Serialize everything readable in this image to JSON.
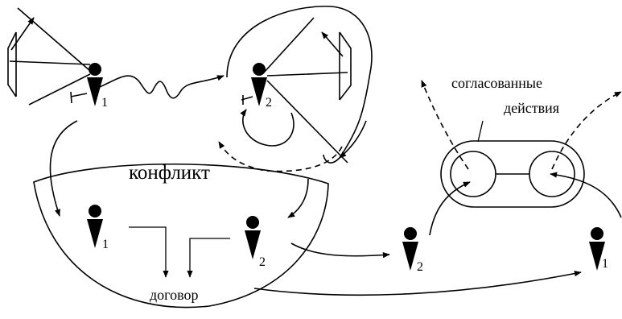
{
  "labels": {
    "conflict": "конфликт",
    "agreement": "договор",
    "coordinated_line1": "согласованные",
    "coordinated_line2": "действия"
  },
  "agent_indices": {
    "top_left": "1",
    "top_right": "2",
    "conflict_left": "1",
    "conflict_right": "2",
    "lower_middle": "2",
    "lower_right": "1"
  }
}
